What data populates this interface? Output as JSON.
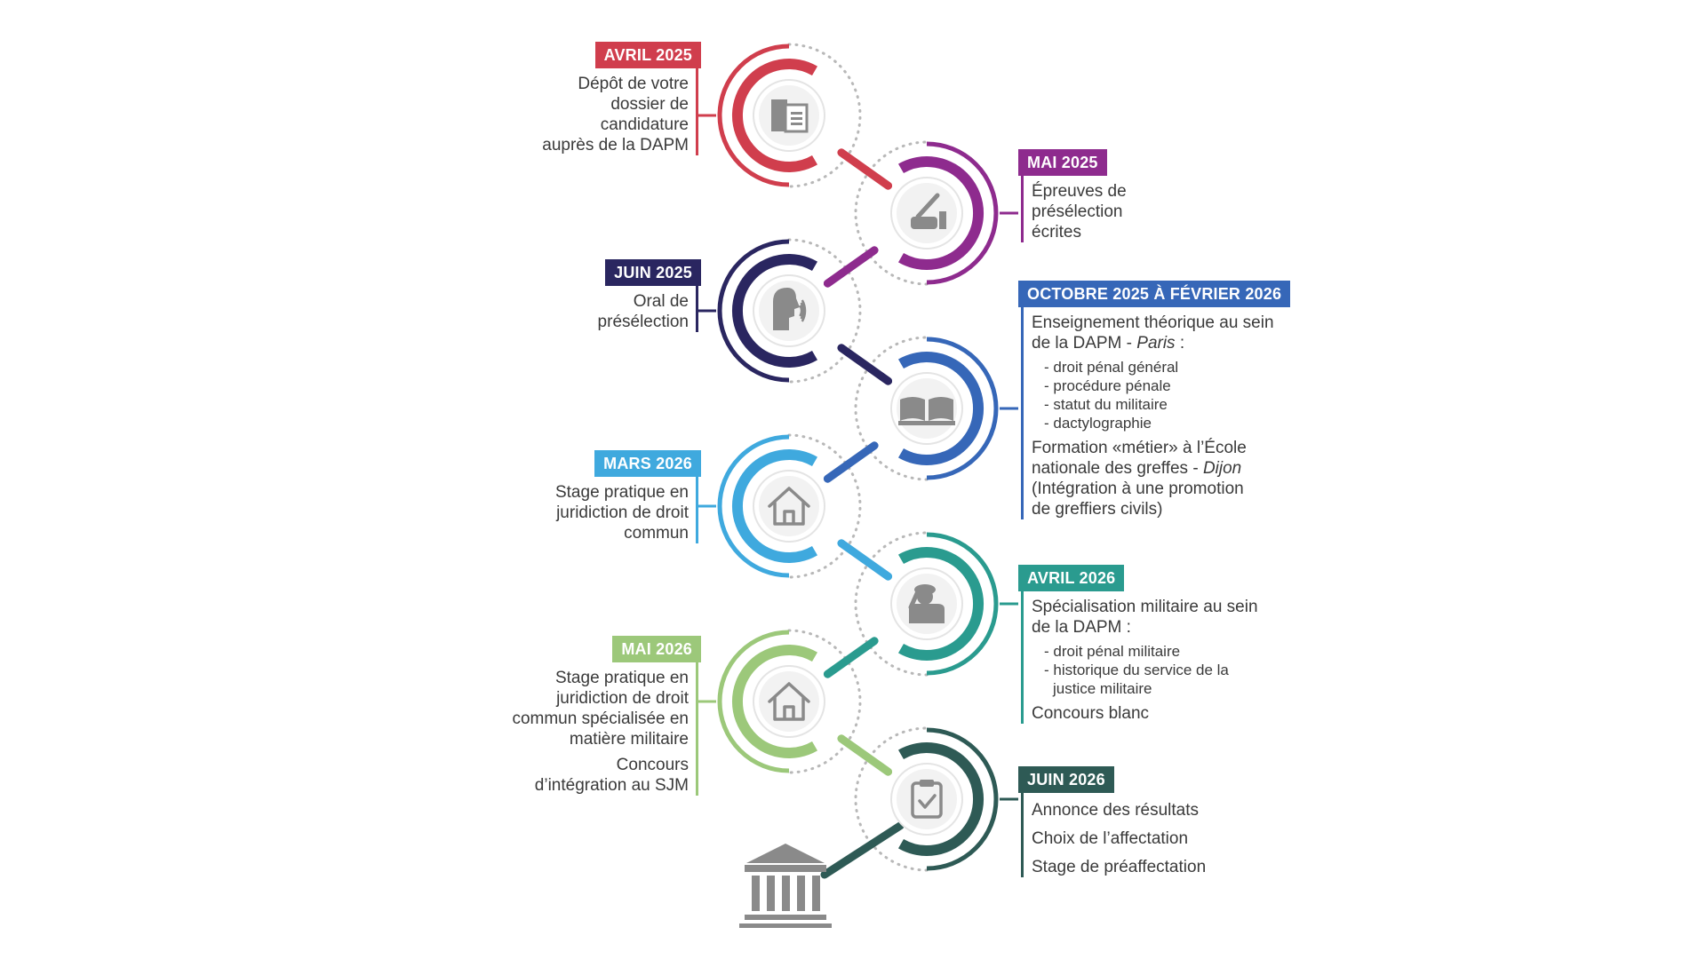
{
  "colors": {
    "avril2025": "#d03e4d",
    "mai2025": "#8e2b8e",
    "juin2025": "#2a2660",
    "oct2025": "#3667b8",
    "mars2026": "#3fa9de",
    "avril2026": "#2a9b8f",
    "mai2026": "#9cc87a",
    "juin2026": "#2e5a55",
    "icon": "#8a8a8a",
    "dots": "#b8b8b8"
  },
  "steps": [
    {
      "id": "avril2025",
      "date": "AVRIL 2025",
      "icon": "documents-icon",
      "lines": [
        "Dépôt de votre",
        "dossier de",
        "candidature",
        "auprès de la DAPM"
      ]
    },
    {
      "id": "mai2025",
      "date": "MAI 2025",
      "icon": "writing-hand-icon",
      "lines": [
        "Épreuves de",
        "présélection",
        "écrites"
      ]
    },
    {
      "id": "juin2025",
      "date": "JUIN 2025",
      "icon": "speaking-head-icon",
      "lines": [
        "Oral de",
        "présélection"
      ]
    },
    {
      "id": "oct2025",
      "date": "OCTOBRE 2025 À FÉVRIER 2026",
      "icon": "open-book-icon",
      "intro1": "Enseignement théorique au sein",
      "intro2": "de la DAPM - ",
      "intro_city": "Paris",
      "intro_colon": " :",
      "bullets": [
        "droit pénal général",
        "procédure pénale",
        "statut du militaire",
        "dactylographie"
      ],
      "formation1": "Formation «métier» à l’École",
      "formation2": "nationale des greffes - ",
      "formation_city": "Dijon",
      "formation3": "(Intégration à une promotion",
      "formation4": "de greffiers civils)"
    },
    {
      "id": "mars2026",
      "date": "MARS 2026",
      "icon": "house-icon",
      "lines": [
        "Stage pratique en",
        "juridiction de droit",
        "commun"
      ]
    },
    {
      "id": "avril2026",
      "date": "AVRIL 2026",
      "icon": "saluting-soldier-icon",
      "intro1": "Spécialisation militaire au sein",
      "intro2": "de la DAPM :",
      "bullets": [
        "droit pénal militaire",
        "historique du service de la justice militaire"
      ],
      "extra": "Concours blanc"
    },
    {
      "id": "mai2026",
      "date": "MAI 2026",
      "icon": "house-icon",
      "lines": [
        "Stage pratique en",
        "juridiction de droit",
        "commun spécialisée en",
        "matière militaire"
      ],
      "extra1": "Concours",
      "extra2": "d’intégration au SJM"
    },
    {
      "id": "juin2026",
      "date": "JUIN 2026",
      "icon": "clipboard-check-icon",
      "lines": [
        "Annonce des résultats",
        "Choix de l’affectation",
        "Stage de préaffectation"
      ]
    }
  ],
  "final_icon": "courthouse-icon"
}
